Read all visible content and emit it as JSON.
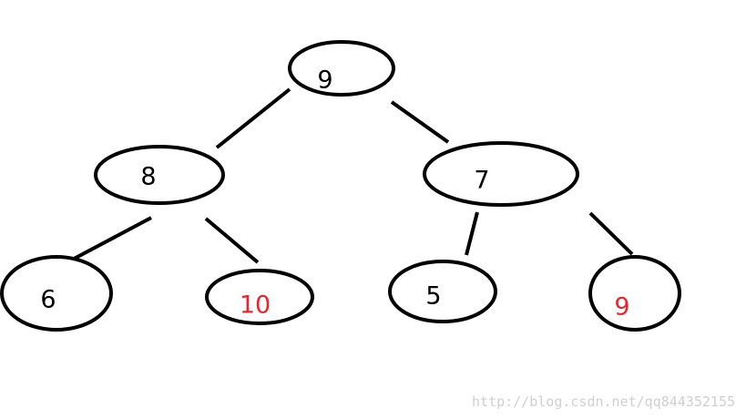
{
  "tree": {
    "nodes": [
      {
        "id": "root",
        "label": "9",
        "highlight": false
      },
      {
        "id": "left",
        "label": "8",
        "highlight": false
      },
      {
        "id": "right",
        "label": "7",
        "highlight": false
      },
      {
        "id": "left-left",
        "label": "6",
        "highlight": false
      },
      {
        "id": "left-right",
        "label": "10",
        "highlight": true
      },
      {
        "id": "right-left",
        "label": "5",
        "highlight": false
      },
      {
        "id": "right-right",
        "label": "9",
        "highlight": true
      }
    ],
    "edges": [
      {
        "from": "root",
        "to": "left"
      },
      {
        "from": "root",
        "to": "right"
      },
      {
        "from": "left",
        "to": "left-left"
      },
      {
        "from": "left",
        "to": "left-right"
      },
      {
        "from": "right",
        "to": "right-left"
      },
      {
        "from": "right",
        "to": "right-right"
      }
    ]
  },
  "colors": {
    "default_text": "#000000",
    "highlight_text": "#e8242c",
    "outline": "#000000",
    "watermark": "#cfcfcf"
  },
  "watermark": "http://blog.csdn.net/qq844352155"
}
